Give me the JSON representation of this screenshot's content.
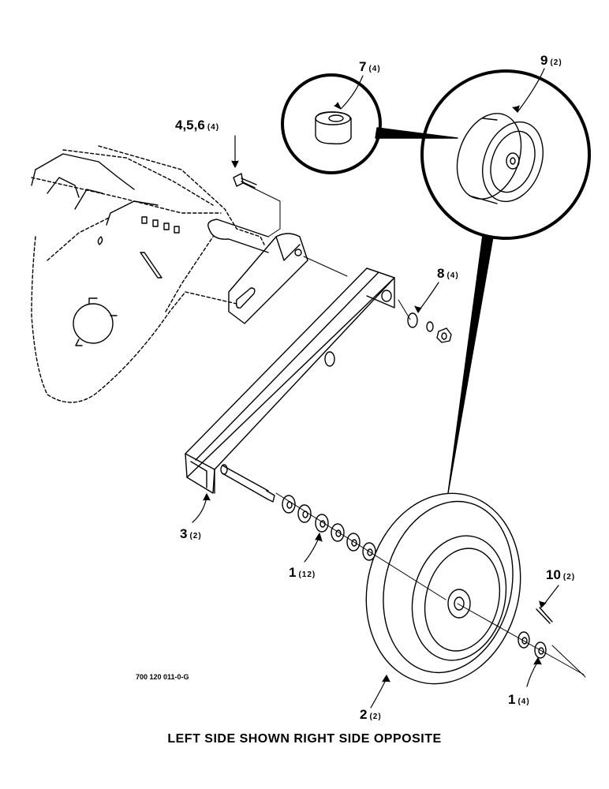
{
  "callouts": [
    {
      "id": "c7",
      "label": "7",
      "qty": "(4)"
    },
    {
      "id": "c9",
      "label": "9",
      "qty": "(2)"
    },
    {
      "id": "c456",
      "label": "4,5,6",
      "qty": "(4)"
    },
    {
      "id": "c8",
      "label": "8",
      "qty": "(4)"
    },
    {
      "id": "c3",
      "label": "3",
      "qty": "(2)"
    },
    {
      "id": "c1a",
      "label": "1",
      "qty": "(12)"
    },
    {
      "id": "c10",
      "label": "10",
      "qty": "(2)"
    },
    {
      "id": "c1b",
      "label": "1",
      "qty": "(4)"
    },
    {
      "id": "c2",
      "label": "2",
      "qty": "(2)"
    }
  ],
  "part_number": "700 120 011-0-G",
  "caption": "LEFT SIDE SHOWN RIGHT SIDE OPPOSITE"
}
